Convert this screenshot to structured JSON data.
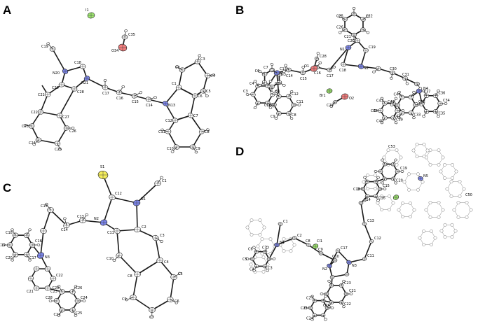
{
  "figure": {
    "panels": [
      {
        "letter": "A",
        "labels": [
          "C19",
          "N20",
          "C18",
          "N21",
          "C20",
          "C21",
          "C22",
          "C23",
          "C24",
          "C25",
          "C26",
          "C27",
          "C28",
          "C17",
          "C16",
          "C15",
          "C14",
          "N13",
          "C1",
          "C2",
          "C3",
          "C4",
          "C5",
          "C6",
          "C7",
          "C8",
          "C9",
          "C10",
          "C11",
          "C12",
          "I1",
          "C35",
          "O34"
        ]
      },
      {
        "letter": "B",
        "labels": [
          "C26",
          "C25",
          "C22",
          "C21",
          "C20",
          "C19",
          "N2",
          "N1",
          "C18",
          "C17",
          "C16",
          "C15",
          "C14",
          "C13",
          "N3",
          "C1",
          "C2",
          "C3",
          "C4",
          "C5",
          "C6",
          "C7",
          "C8",
          "C9",
          "C10",
          "C11",
          "C12",
          "Br1",
          "O1",
          "C28",
          "O2",
          "C29",
          "C30",
          "C31",
          "N4",
          "C32",
          "C33",
          "C34",
          "C35",
          "C36",
          "C37",
          "C38",
          "C39",
          "C40",
          "C41",
          "C42",
          "C43",
          "C44"
        ]
      },
      {
        "letter": "C",
        "labels": [
          "S1",
          "C1",
          "N1",
          "C12",
          "N2",
          "C11",
          "C2",
          "C3",
          "C4",
          "C5",
          "C6",
          "C7",
          "C8",
          "C9",
          "C10",
          "C13",
          "C14",
          "C15",
          "N3",
          "C16",
          "C17",
          "C18",
          "C19",
          "C20",
          "C21",
          "C22",
          "C23",
          "C24",
          "C25",
          "C26",
          "C27",
          "C28",
          "C29"
        ]
      },
      {
        "letter": "D",
        "labels": [
          "C1",
          "N1",
          "C2",
          "C3",
          "C4",
          "C5",
          "C6",
          "C7",
          "C8",
          "C9",
          "C10",
          "C11",
          "C12",
          "C13",
          "C14",
          "C15",
          "C16",
          "C17",
          "C18",
          "C19",
          "C20",
          "C21",
          "C22",
          "C23",
          "C24",
          "C25",
          "C26",
          "C27",
          "N2",
          "N3",
          "Cl1",
          "C53",
          "C50",
          "N5"
        ]
      }
    ]
  }
}
